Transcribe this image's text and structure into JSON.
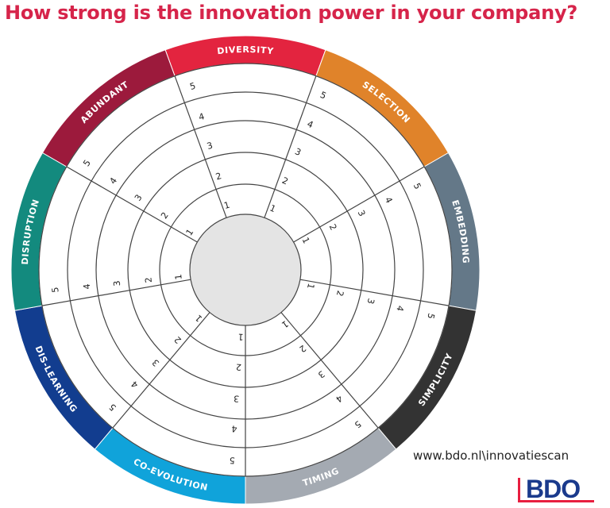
{
  "title": "How strong is the innovation power in your company?",
  "website": "www.bdo.nl\\innovatiescan",
  "logo_text": "BDO",
  "colors": {
    "title": "#d6244a",
    "logo_red": "#e81e3f",
    "logo_blue": "#1a3a8c",
    "ring_lines": "#444444",
    "center_fill": "#e4e4e4"
  },
  "scale_labels": [
    "1",
    "2",
    "3",
    "4",
    "5"
  ],
  "segments": [
    {
      "label": "DIVERSITY",
      "color": "#e3243f"
    },
    {
      "label": "SELECTION",
      "color": "#e0832a"
    },
    {
      "label": "EMBEDDING",
      "color": "#647888"
    },
    {
      "label": "SIMPLICITY",
      "color": "#333333"
    },
    {
      "label": "TIMING",
      "color": "#a4aab2"
    },
    {
      "label": "CO-EVOLUTION",
      "color": "#10a3da"
    },
    {
      "label": "DIS-LEARNING",
      "color": "#123d8f"
    },
    {
      "label": "DISRUPTION",
      "color": "#138a7e"
    },
    {
      "label": "ABUNDANT",
      "color": "#9c1a3c"
    }
  ]
}
